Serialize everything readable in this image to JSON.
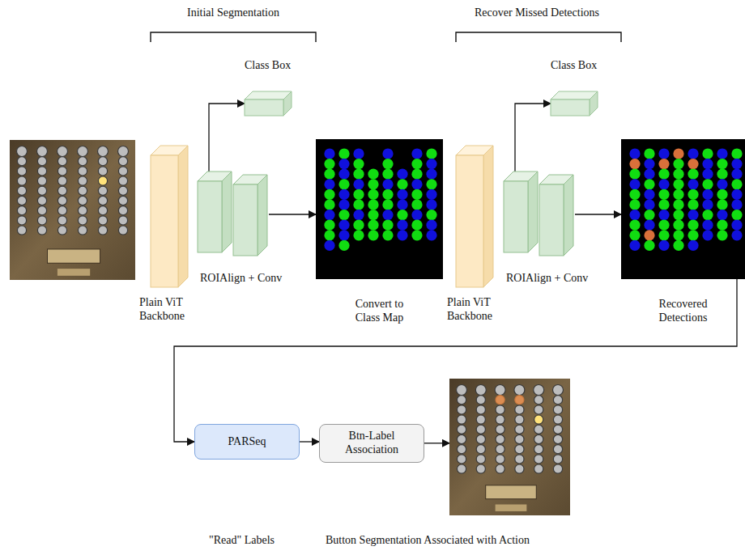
{
  "diagram": {
    "nodes": [
      {
        "text": [
          "Plain ViT Backbone"
        ]
      },
      {
        "text": [
          "ROIAlign + Conv"
        ]
      },
      {
        "text": [
          "Class Box"
        ]
      },
      {
        "text": [
          "Convert to Class Map"
        ]
      },
      {
        "text": [
          "Plain ViT Backbone"
        ]
      },
      {
        "text": [
          "ROIAlign + Conv"
        ]
      },
      {
        "text": [
          "Class Box"
        ]
      },
      {
        "text": [
          "Recovered Detections"
        ]
      },
      {
        "text": [
          "PARSeq"
        ]
      },
      {
        "text": [
          "Btn-Label Association"
        ]
      },
      {
        "text": [
          "Button Segmentation Associated with Action"
        ]
      }
    ],
    "edges": [
      {
        "from": 1,
        "to": 2,
        "arrow": "to"
      },
      {
        "from": 1,
        "to": 3,
        "arrow": "to"
      },
      {
        "from": 5,
        "to": 6,
        "arrow": "to"
      },
      {
        "from": 5,
        "to": 7,
        "arrow": "to"
      },
      {
        "from": 7,
        "to": 8,
        "arrow": "to"
      },
      {
        "from": 8,
        "to": 9,
        "arrow": "to"
      },
      {
        "from": 9,
        "to": 10,
        "arrow": "to"
      }
    ],
    "labels": [
      "Initial Segmentation",
      "Recover Missed Detections",
      "\"Read\" Labels"
    ]
  }
}
